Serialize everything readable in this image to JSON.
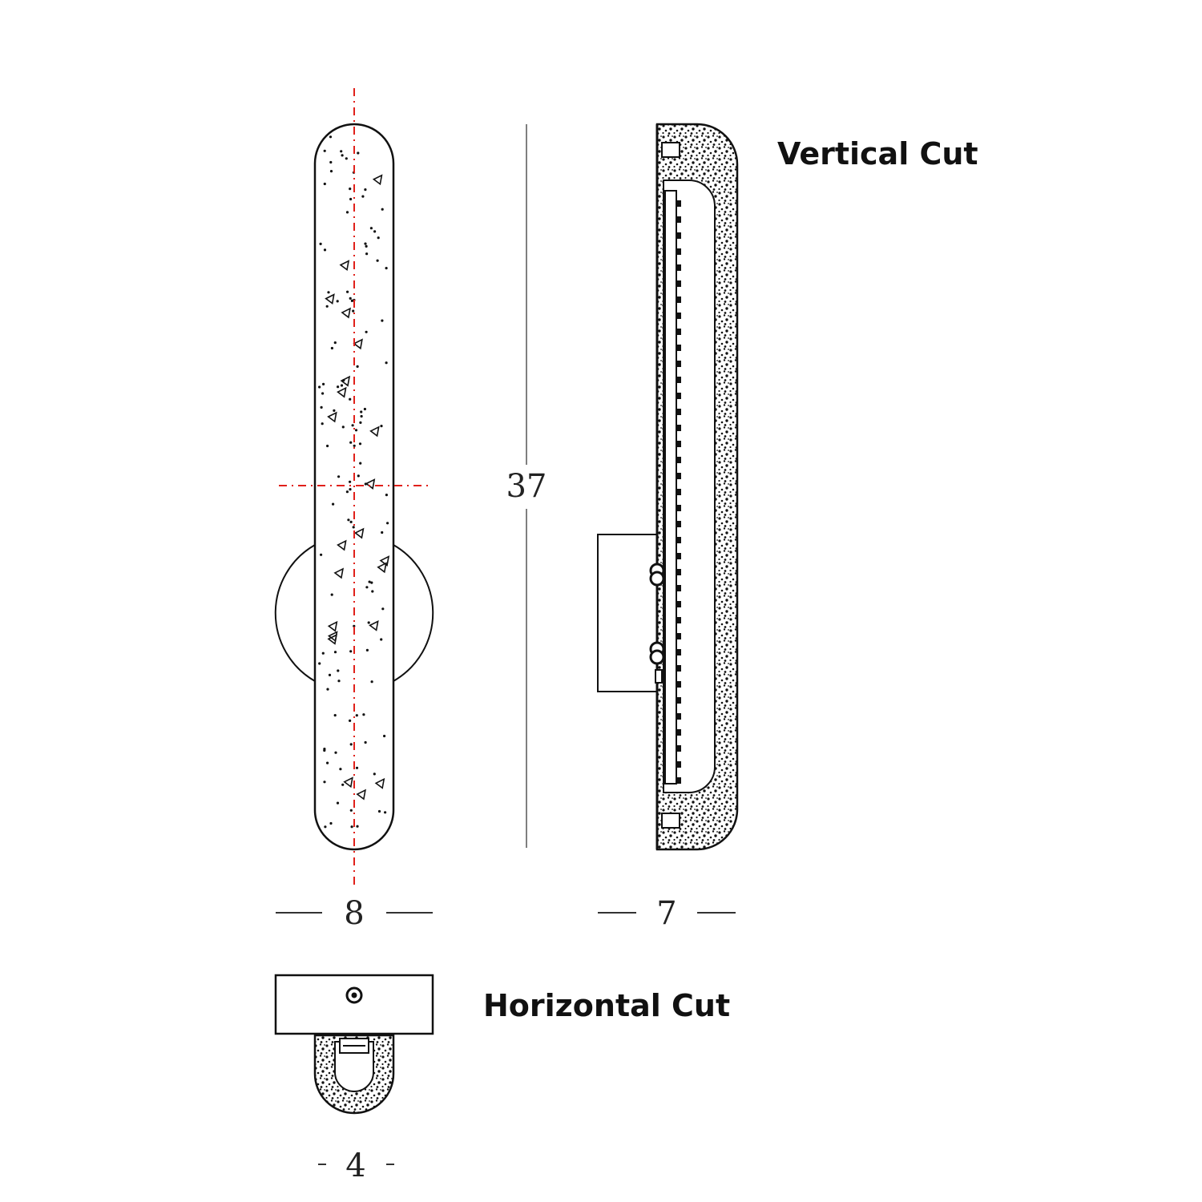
{
  "labels": {
    "vertical_cut": "Vertical Cut",
    "horizontal_cut": "Horizontal Cut"
  },
  "dimensions": {
    "height": "37",
    "front_width": "8",
    "side_depth": "7",
    "section_width": "4"
  },
  "colors": {
    "line": "#111111",
    "centerline": "#e0201a",
    "dim_line": "#555555"
  }
}
